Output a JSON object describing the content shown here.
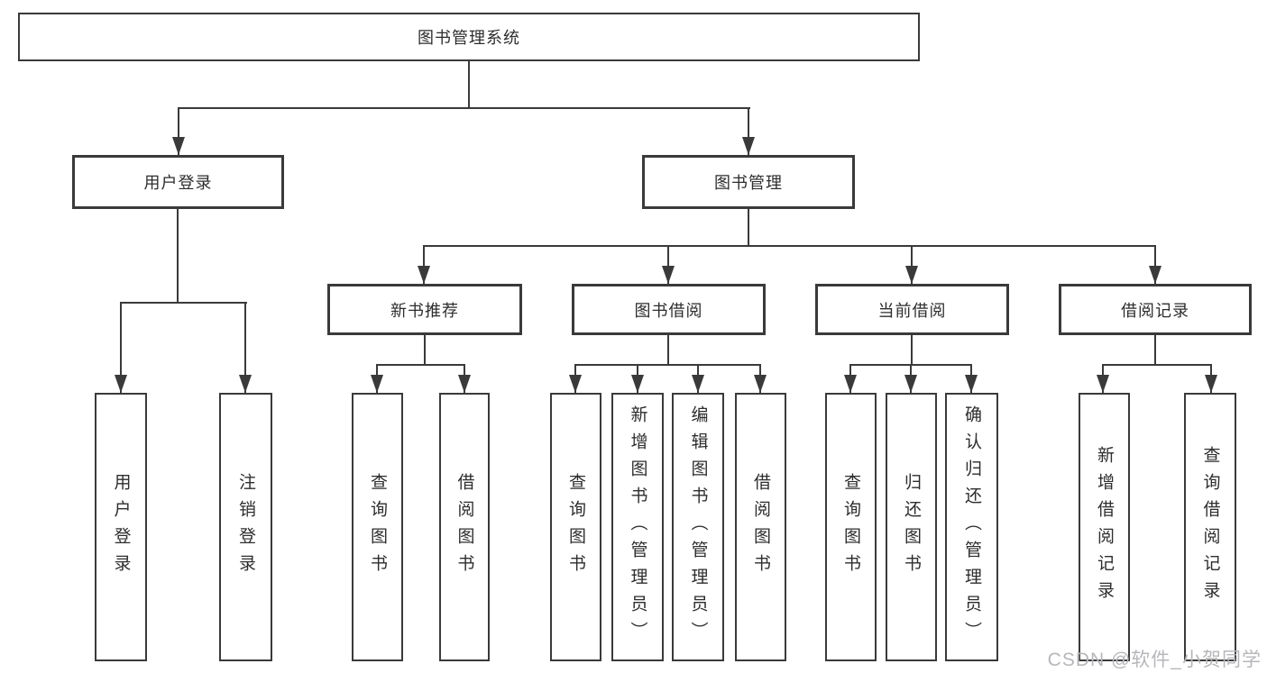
{
  "diagram": {
    "root": {
      "label": "图书管理系统"
    },
    "level2": {
      "user_login": {
        "label": "用户登录"
      },
      "book_management": {
        "label": "图书管理"
      }
    },
    "level3": {
      "new_book_recommend": {
        "label": "新书推荐"
      },
      "book_borrow": {
        "label": "图书借阅"
      },
      "current_borrow": {
        "label": "当前借阅"
      },
      "borrow_records": {
        "label": "借阅记录"
      }
    },
    "leaves": {
      "user_login_children": [
        "用户登录",
        "注销登录"
      ],
      "new_book_children": [
        "查询图书",
        "借阅图书"
      ],
      "book_borrow_children": [
        "查询图书",
        "新增图书（管理员）",
        "编辑图书（管理员）",
        "借阅图书"
      ],
      "current_borrow_children": [
        "查询图书",
        "归还图书",
        "确认归还（管理员）"
      ],
      "borrow_record_children": [
        "新增借阅记录",
        "查询借阅记录"
      ]
    }
  },
  "colors": {
    "line": "#3a3a3a",
    "box_fill": "#ffffff",
    "text": "#2d2d2d",
    "watermark": "#b7b7bb"
  },
  "watermark": {
    "text": "CSDN @软件_小贺同学"
  }
}
